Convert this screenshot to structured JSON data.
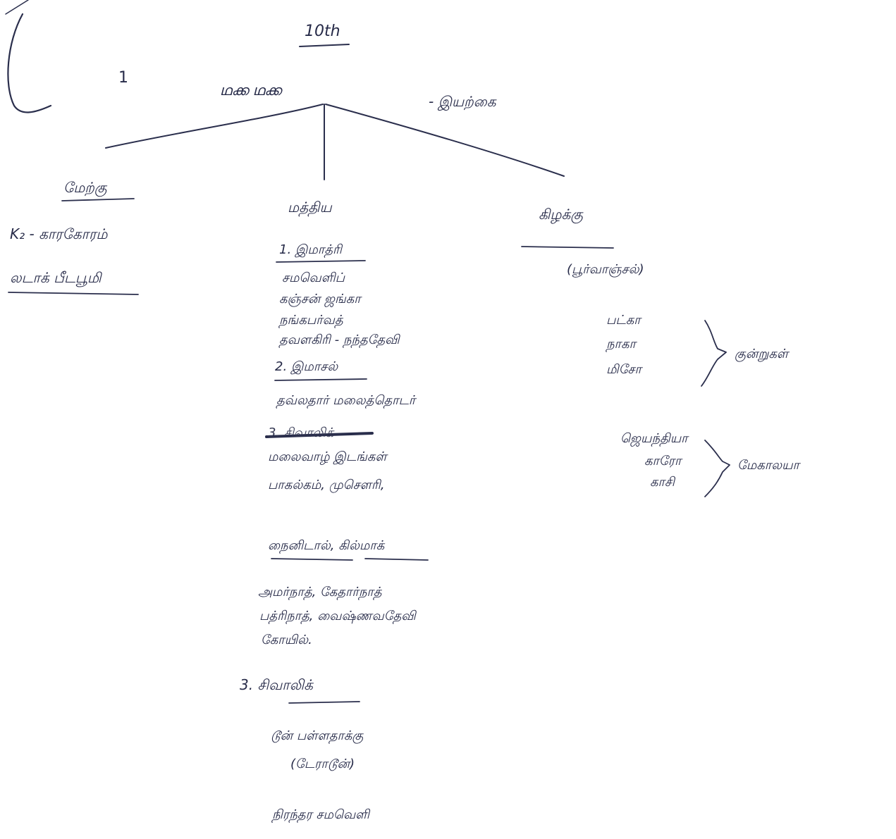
{
  "header": {
    "grade": "10th",
    "number": "1",
    "title": "ഥക്ക ഥക്ക",
    "subtitle": "- இயற்கை"
  },
  "tree": {
    "west": {
      "label": "மேற்கு",
      "line1": "K₂ - காரகோரம்",
      "line2": "லடாக் பீடபூமி"
    },
    "middle": {
      "label": "மத்திய",
      "item1_title": "1. இமாத்ரி",
      "item1_lines": [
        "சமவெளிப்",
        "கஞ்சன் ஜங்கா",
        "நங்கபர்வத்",
        "தவளகிரி - நந்ததேவி"
      ],
      "item2_title": "2. இமாசல்",
      "item2_lines": [
        "தவ்லதார் மலைத்தொடர்"
      ],
      "struck_item": "3. சிவாலிக்",
      "hill_stations_title": "மலைவாழ் இடங்கள்",
      "hill_stations_lines": [
        "பாகல்கம், முசௌரி,",
        "நைனிடால், கில்மாக்"
      ],
      "pilgrim_lines": [
        "அமர்நாத், கேதார்நாத்",
        "பத்ரிநாத், வைஷ்ணவதேவி",
        "கோயில்."
      ],
      "item3_title": "3. சிவாலிக்",
      "item3_lines": [
        "டூன் பள்ளதாக்கு",
        "(டேராடூன்)",
        "நிரந்தர சமவெளி"
      ]
    },
    "east": {
      "label": "கிழக்கு",
      "sub": "(பூர்வாஞ்சல்)",
      "hills": [
        "பட்கா",
        "நாகா",
        "மிசோ"
      ],
      "hills_group": "குன்றுகள்",
      "plateau": [
        "ஜெயந்தியா",
        "காரோ",
        "காசி"
      ],
      "plateau_group": "மேகாலயா"
    }
  }
}
